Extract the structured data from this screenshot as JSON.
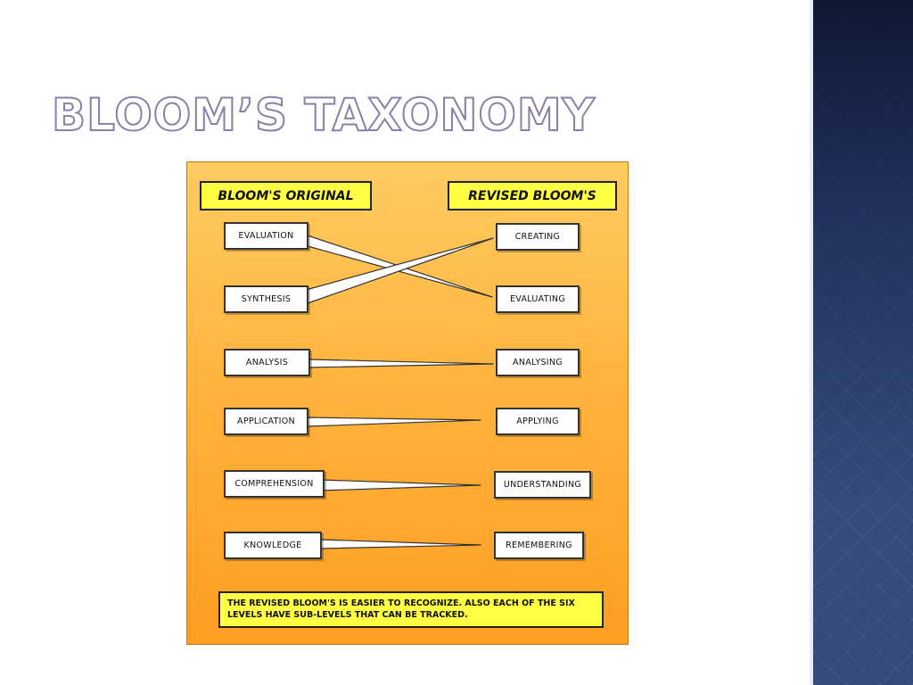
{
  "slide": {
    "title": "Bloom’s Taxonomy"
  },
  "diagram": {
    "original_header": "BLOOM'S ORIGINAL",
    "revised_header": "REVISED BLOOM'S",
    "original_levels": [
      "Evaluation",
      "Synthesis",
      "Analysis",
      "Application",
      "Comprehension",
      "Knowledge"
    ],
    "revised_levels": [
      "Creating",
      "Evaluating",
      "Analysing",
      "Applying",
      "Understanding",
      "Remembering"
    ],
    "note": "The revised Bloom's is easier to recognize. Also each of the six levels have sub-levels that can be tracked."
  },
  "colors": {
    "panel_top": "#ffcb62",
    "panel_bottom": "#ff9d22",
    "header_fill": "#ffff44",
    "title_outline": "#8a7fa6",
    "sidebar": "#334a7a"
  }
}
